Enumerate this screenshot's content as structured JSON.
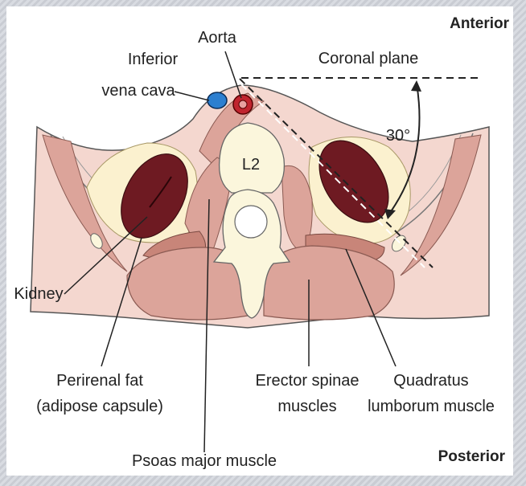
{
  "labels": {
    "anterior": "Anterior",
    "posterior": "Posterior",
    "aorta": "Aorta",
    "ivc_line1": "Inferior",
    "ivc_line2": "vena cava",
    "coronal_plane": "Coronal plane",
    "angle": "30°",
    "vertebra": "L2",
    "kidney": "Kidney",
    "perirenal_line1": "Perirenal fat",
    "perirenal_line2": "(adipose capsule)",
    "erector_line1": "Erector spinae",
    "erector_line2": "muscles",
    "quadratus_line1": "Quadratus",
    "quadratus_line2": "lumborum muscle",
    "psoas": "Psoas major muscle"
  },
  "colors": {
    "skin": "#f4d7cf",
    "muscle": "#dca49a",
    "muscle_dark": "#c88579",
    "fat": "#fbf1cf",
    "kidney": "#6e1a22",
    "bone": "#fbf6dc",
    "aorta": "#c0242e",
    "ivc": "#2c7fd0"
  }
}
